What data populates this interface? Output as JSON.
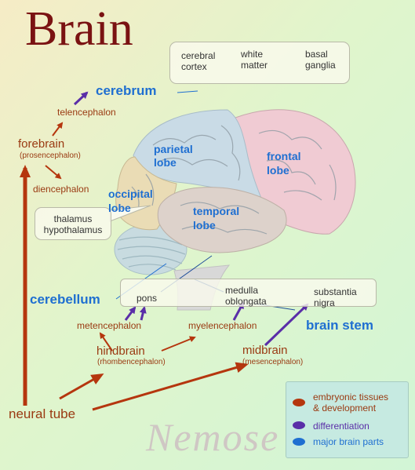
{
  "title": "Brain",
  "colors": {
    "embryonic": "#b5360e",
    "differentiation": "#5a2ea8",
    "major_parts": "#1f6fd1"
  },
  "callouts": {
    "cerebrum_parts": [
      [
        "cerebral",
        "cortex"
      ],
      [
        "white",
        "matter"
      ],
      [
        "basal",
        "ganglia"
      ]
    ],
    "diencephalon_parts": [
      "thalamus",
      "hypothalamus"
    ],
    "brainstem_parts": [
      [
        "pons"
      ],
      [
        "medulla",
        "oblongata"
      ],
      [
        "substantia",
        "nigra"
      ]
    ]
  },
  "nodes": {
    "cerebrum": "cerebrum",
    "telencephalon": "telencephalon",
    "forebrain": "forebrain",
    "forebrain_sub": "(prosencephalon)",
    "diencephalon": "diencephalon",
    "cerebellum": "cerebellum",
    "metencephalon": "metencephalon",
    "myelencephalon": "myelencephalon",
    "brain_stem": "brain stem",
    "hindbrain": "hindbrain",
    "hindbrain_sub": "(rhombencephalon)",
    "midbrain": "midbrain",
    "midbrain_sub": "(mesencephalon)",
    "neural_tube": "neural tube"
  },
  "lobes": {
    "parietal": [
      "parietal",
      "lobe"
    ],
    "frontal": [
      "frontal",
      "lobe"
    ],
    "occipital": [
      "occipital",
      "lobe"
    ],
    "temporal": [
      "temporal",
      "lobe"
    ]
  },
  "legend": [
    {
      "label": [
        "embryonic tissues",
        "& development"
      ],
      "color": "#b5360e"
    },
    {
      "label": [
        "differentiation"
      ],
      "color": "#5a2ea8"
    },
    {
      "label": [
        "major brain parts"
      ],
      "color": "#1f6fd1"
    }
  ],
  "watermark": "Nemose"
}
